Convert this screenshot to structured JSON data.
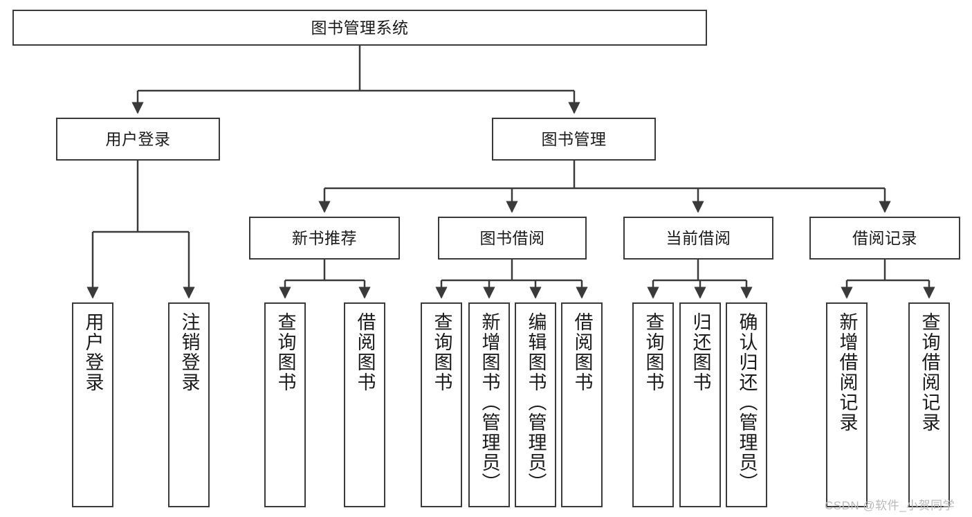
{
  "diagram": {
    "type": "tree-hierarchy",
    "title_node": "图书管理系统",
    "watermark": "CSDN @软件_小贺同学",
    "colors": {
      "stroke": "#3a3a3a",
      "fill": "#ffffff",
      "text": "#1a1a1a",
      "watermark": "#b9b9b9"
    },
    "nodes": {
      "root": {
        "label": "图书管理系统",
        "level": 1
      },
      "level2": [
        {
          "id": "user-login",
          "label": "用户登录"
        },
        {
          "id": "book-manage",
          "label": "图书管理"
        }
      ],
      "level3": [
        {
          "id": "new-book-rec",
          "label": "新书推荐"
        },
        {
          "id": "book-borrow",
          "label": "图书借阅"
        },
        {
          "id": "current-borrow",
          "label": "当前借阅"
        },
        {
          "id": "borrow-record",
          "label": "借阅记录"
        }
      ],
      "leaves": {
        "user-login": [
          {
            "id": "leaf-user-login",
            "label": "用户登录"
          },
          {
            "id": "leaf-logout",
            "label": "注销登录"
          }
        ],
        "new-book-rec": [
          {
            "id": "leaf-query-book-1",
            "label": "查询图书"
          },
          {
            "id": "leaf-borrow-book-1",
            "label": "借阅图书"
          }
        ],
        "book-borrow": [
          {
            "id": "leaf-query-book-2",
            "label": "查询图书"
          },
          {
            "id": "leaf-add-book",
            "label": "新增图书（管理员）"
          },
          {
            "id": "leaf-edit-book",
            "label": "编辑图书（管理员）"
          },
          {
            "id": "leaf-borrow-book-2",
            "label": "借阅图书"
          }
        ],
        "current-borrow": [
          {
            "id": "leaf-query-book-3",
            "label": "查询图书"
          },
          {
            "id": "leaf-return-book",
            "label": "归还图书"
          },
          {
            "id": "leaf-confirm-return",
            "label": "确认归还（管理员）"
          }
        ],
        "borrow-record": [
          {
            "id": "leaf-add-record",
            "label": "新增借阅记录"
          },
          {
            "id": "leaf-query-record",
            "label": "查询借阅记录"
          }
        ]
      }
    }
  }
}
